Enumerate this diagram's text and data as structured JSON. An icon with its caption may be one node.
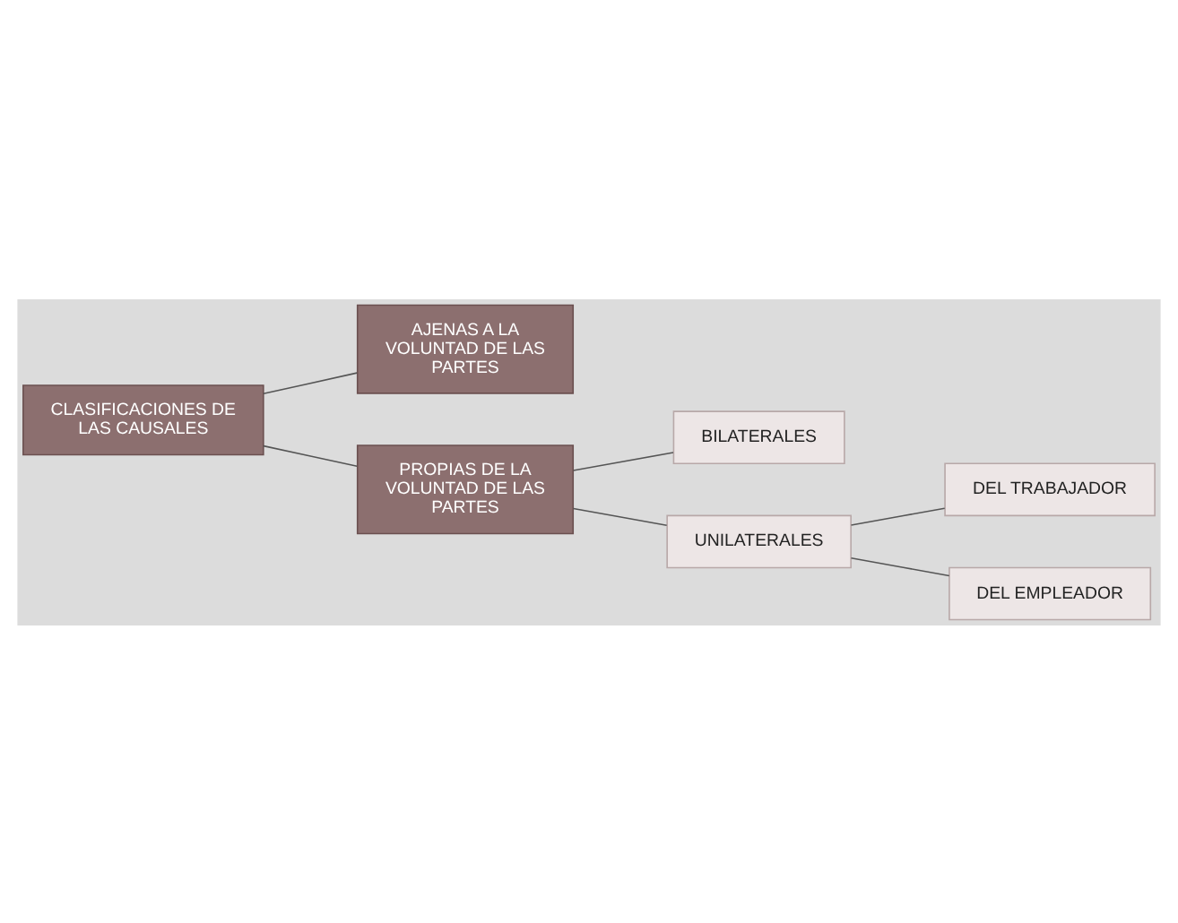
{
  "diagram": {
    "nodes": [
      {
        "text": [
          "CLASIFICACIONES DE LAS CAUSALES"
        ]
      },
      {
        "text": [
          "AJENAS A LA VOLUNTAD DE LAS PARTES"
        ]
      },
      {
        "text": [
          "PROPIAS DE LA VOLUNTAD DE LAS PARTES"
        ]
      },
      {
        "text": [
          "BILATERALES"
        ]
      },
      {
        "text": [
          "UNILATERALES"
        ]
      },
      {
        "text": [
          "DEL TRABAJADOR"
        ]
      },
      {
        "text": [
          "DEL EMPLEADOR"
        ]
      }
    ],
    "edges": [
      {
        "from": 0,
        "to": 1,
        "arrow": "none"
      },
      {
        "from": 0,
        "to": 2,
        "arrow": "none"
      },
      {
        "from": 2,
        "to": 3,
        "arrow": "none"
      },
      {
        "from": 2,
        "to": 4,
        "arrow": "none"
      },
      {
        "from": 4,
        "to": 5,
        "arrow": "none"
      },
      {
        "from": 4,
        "to": 6,
        "arrow": "none"
      }
    ]
  }
}
